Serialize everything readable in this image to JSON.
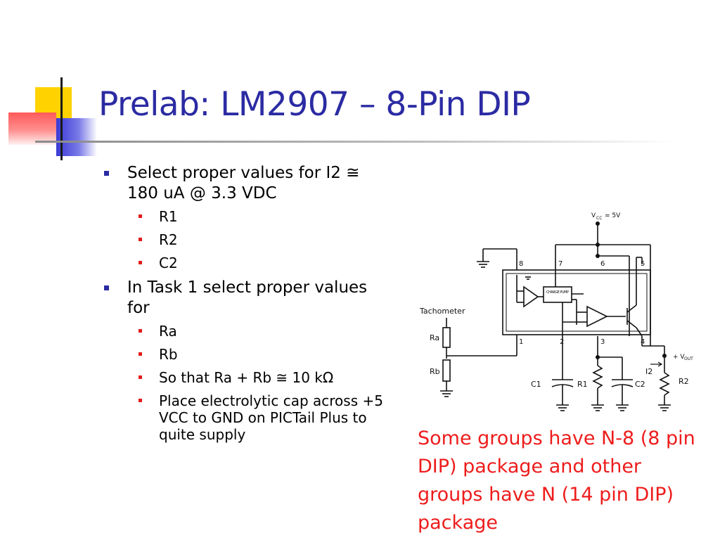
{
  "slide": {
    "title": "Prelab: LM2907 – 8-Pin DIP"
  },
  "bullets": [
    {
      "text": "Select proper values for I2 ≅ 180 uA @ 3.3 VDC",
      "sub": [
        "R1",
        "R2",
        "C2"
      ]
    },
    {
      "text": "In Task 1 select proper values for",
      "sub": [
        "Ra",
        "Rb",
        "So that Ra + Rb ≅ 10 kΩ",
        "Place electrolytic cap across +5 VCC to GND on PICTail Plus to quite supply"
      ]
    }
  ],
  "schematic": {
    "vcc": "= 5V",
    "tachometer": "Tachometer",
    "ra": "Ra",
    "rb": "Rb",
    "c1": "C1",
    "r1": "R1",
    "c2": "C2",
    "r2": "R2",
    "i2": "I2",
    "vout": "+ V",
    "block": "CHARGE PUMP",
    "pins": [
      "1",
      "2",
      "3",
      "4",
      "5",
      "6",
      "7",
      "8"
    ]
  },
  "note": "Some groups have N-8 (8 pin DIP) package and other groups have N (14 pin DIP) package",
  "colors": {
    "title": "#2b2ba3",
    "note": "#ee1c1c",
    "bullet_l1": "#2b2ba3",
    "bullet_l2": "#e31a1a"
  }
}
